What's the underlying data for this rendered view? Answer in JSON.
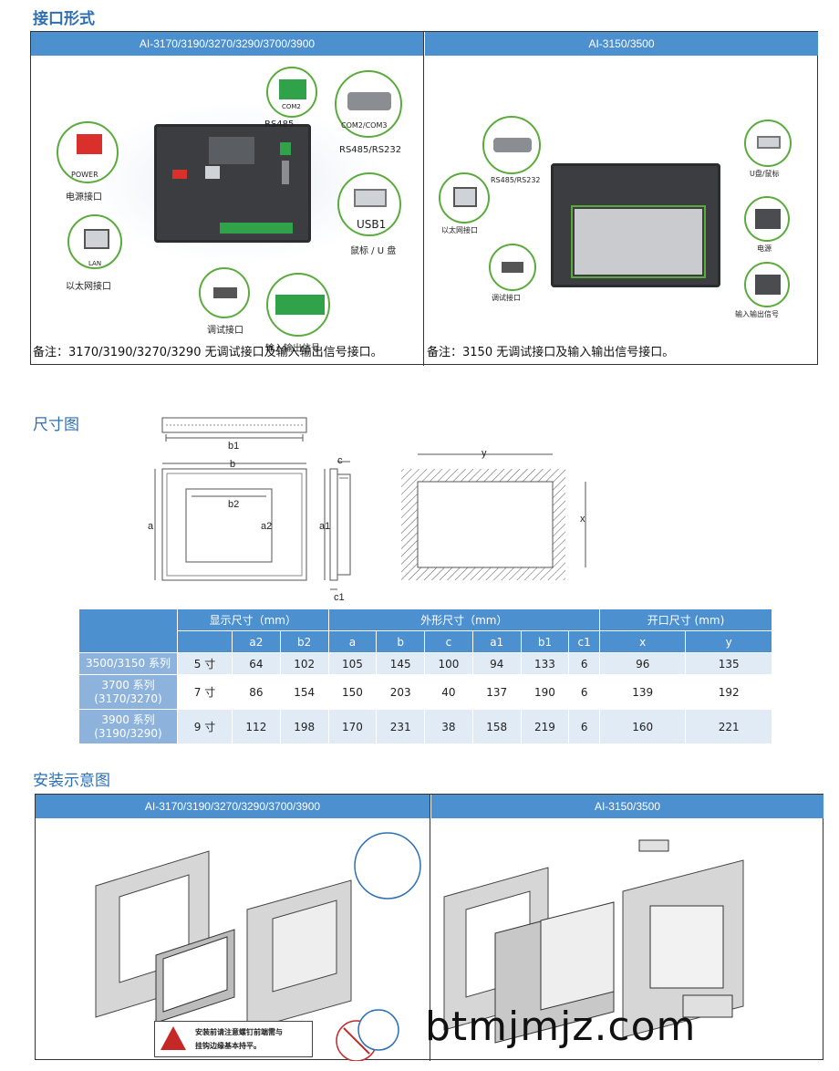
{
  "interface_section": {
    "title": "接口形式",
    "left_header": "AI-3170/3190/3270/3290/3700/3900",
    "right_header": "AI-3150/3500",
    "left_labels": {
      "com2_small": "COM2",
      "rs485": "RS485",
      "com2_com3": "COM2/COM3",
      "rs485_rs232": "RS485/RS232",
      "power_badge": "POWER",
      "power_label": "电源接口",
      "lan_badge": "LAN",
      "lan_label": "以太网接口",
      "usb1_badge": "USB1",
      "usb_label": "鼠标 / U 盘",
      "debug_label": "调试接口",
      "io_label": "输入输出信号"
    },
    "right_labels": {
      "rs485_rs232": "RS485/RS232",
      "lan_label": "以太网接口",
      "debug_label": "调试接口",
      "usb_label": "U盘/鼠标",
      "power_label": "电源",
      "io_label": "输入输出信号"
    },
    "left_note": "备注：3170/3190/3270/3290 无调试接口及输入输出信号接口。",
    "right_note": "备注：3150 无调试接口及输入输出信号接口。"
  },
  "dimension_section": {
    "title": "尺寸图",
    "drawing_labels": {
      "b1": "b1",
      "b": "b",
      "b2": "b2",
      "a": "a",
      "a2": "a2",
      "c": "c",
      "a1": "a1",
      "c1": "c1",
      "y": "y",
      "x": "x"
    },
    "table": {
      "group_headers": [
        "显示尺寸（mm）",
        "外形尺寸（mm）",
        "开口尺寸 (mm)"
      ],
      "sub_headers": [
        "a2",
        "b2",
        "a",
        "b",
        "c",
        "a1",
        "b1",
        "c1",
        "x",
        "y"
      ],
      "rows": [
        {
          "series": "3500/3150 系列",
          "size": "5 寸",
          "values": [
            "64",
            "102",
            "105",
            "145",
            "100",
            "94",
            "133",
            "6",
            "96",
            "135"
          ]
        },
        {
          "series": "3700 系列\n(3170/3270)",
          "size": "7 寸",
          "values": [
            "86",
            "154",
            "150",
            "203",
            "40",
            "137",
            "190",
            "6",
            "139",
            "192"
          ]
        },
        {
          "series": "3900 系列\n(3190/3290)",
          "size": "9 寸",
          "values": [
            "112",
            "198",
            "170",
            "231",
            "38",
            "158",
            "219",
            "6",
            "160",
            "221"
          ]
        }
      ]
    }
  },
  "install_section": {
    "title": "安装示意图",
    "left_header": "AI-3170/3190/3270/3290/3700/3900",
    "right_header": "AI-3150/3500",
    "warning_line1": "安装前请注意螺钉前端需与",
    "warning_line2": "挂钩边缘基本持平。"
  },
  "watermark": "btmjmjz.com",
  "colors": {
    "accent": "#4d90cf",
    "title_blue": "#2d6fb5",
    "callout_green": "#5aab3c",
    "row_alt": "#e0ebf6"
  }
}
